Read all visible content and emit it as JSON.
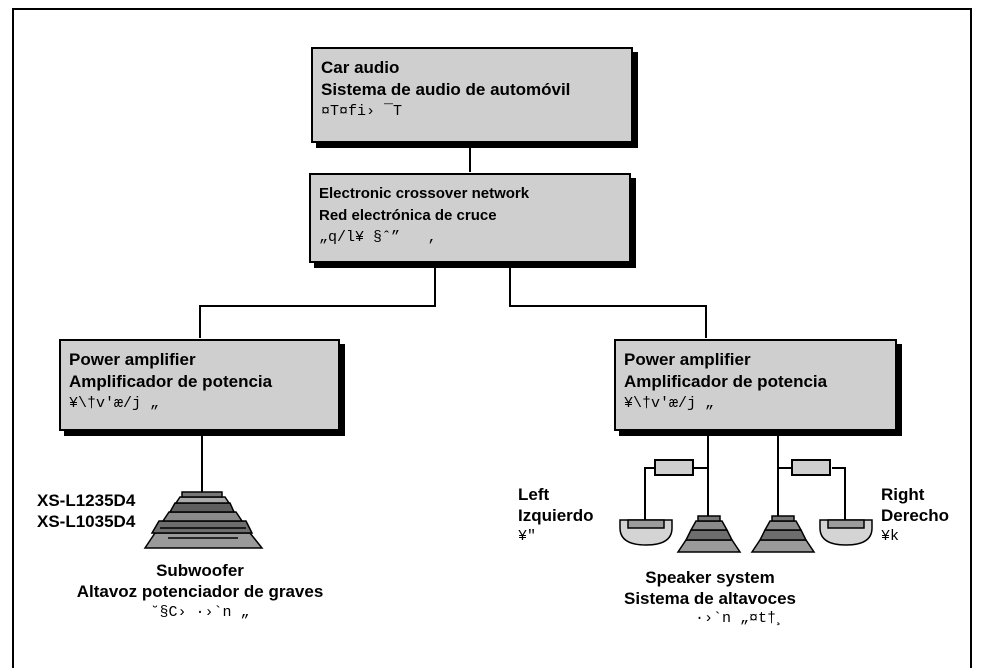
{
  "car_audio": {
    "line1": "Car audio",
    "line2": "Sistema de audio de automóvil",
    "line3": "¤T¤fi› ¯T"
  },
  "crossover": {
    "line1": "Electronic crossover network",
    "line2": "Red electrónica de cruce",
    "line3": "„q/l¥ §ˆ”   ‚"
  },
  "amp_left": {
    "line1": "Power amplifier",
    "line2": "Amplificador de potencia",
    "line3": "¥\\†v'æ/j „"
  },
  "amp_right": {
    "line1": "Power amplifier",
    "line2": "Amplificador de potencia",
    "line3": "¥\\†v'æ/j „"
  },
  "subwoofer": {
    "model1": "XS-L1235D4",
    "model2": "XS-L1035D4",
    "name_en": "Subwoofer",
    "name_es": "Altavoz potenciador de graves",
    "name_other": "˘§C› ·›`n „"
  },
  "left": {
    "en": "Left",
    "es": "Izquierdo",
    "other": "¥\""
  },
  "right": {
    "en": "Right",
    "es": "Derecho",
    "other": "¥k"
  },
  "speaker_system": {
    "en": "Speaker system",
    "es": "Sistema de altavoces",
    "other": "·›`n „¤t†¸"
  }
}
